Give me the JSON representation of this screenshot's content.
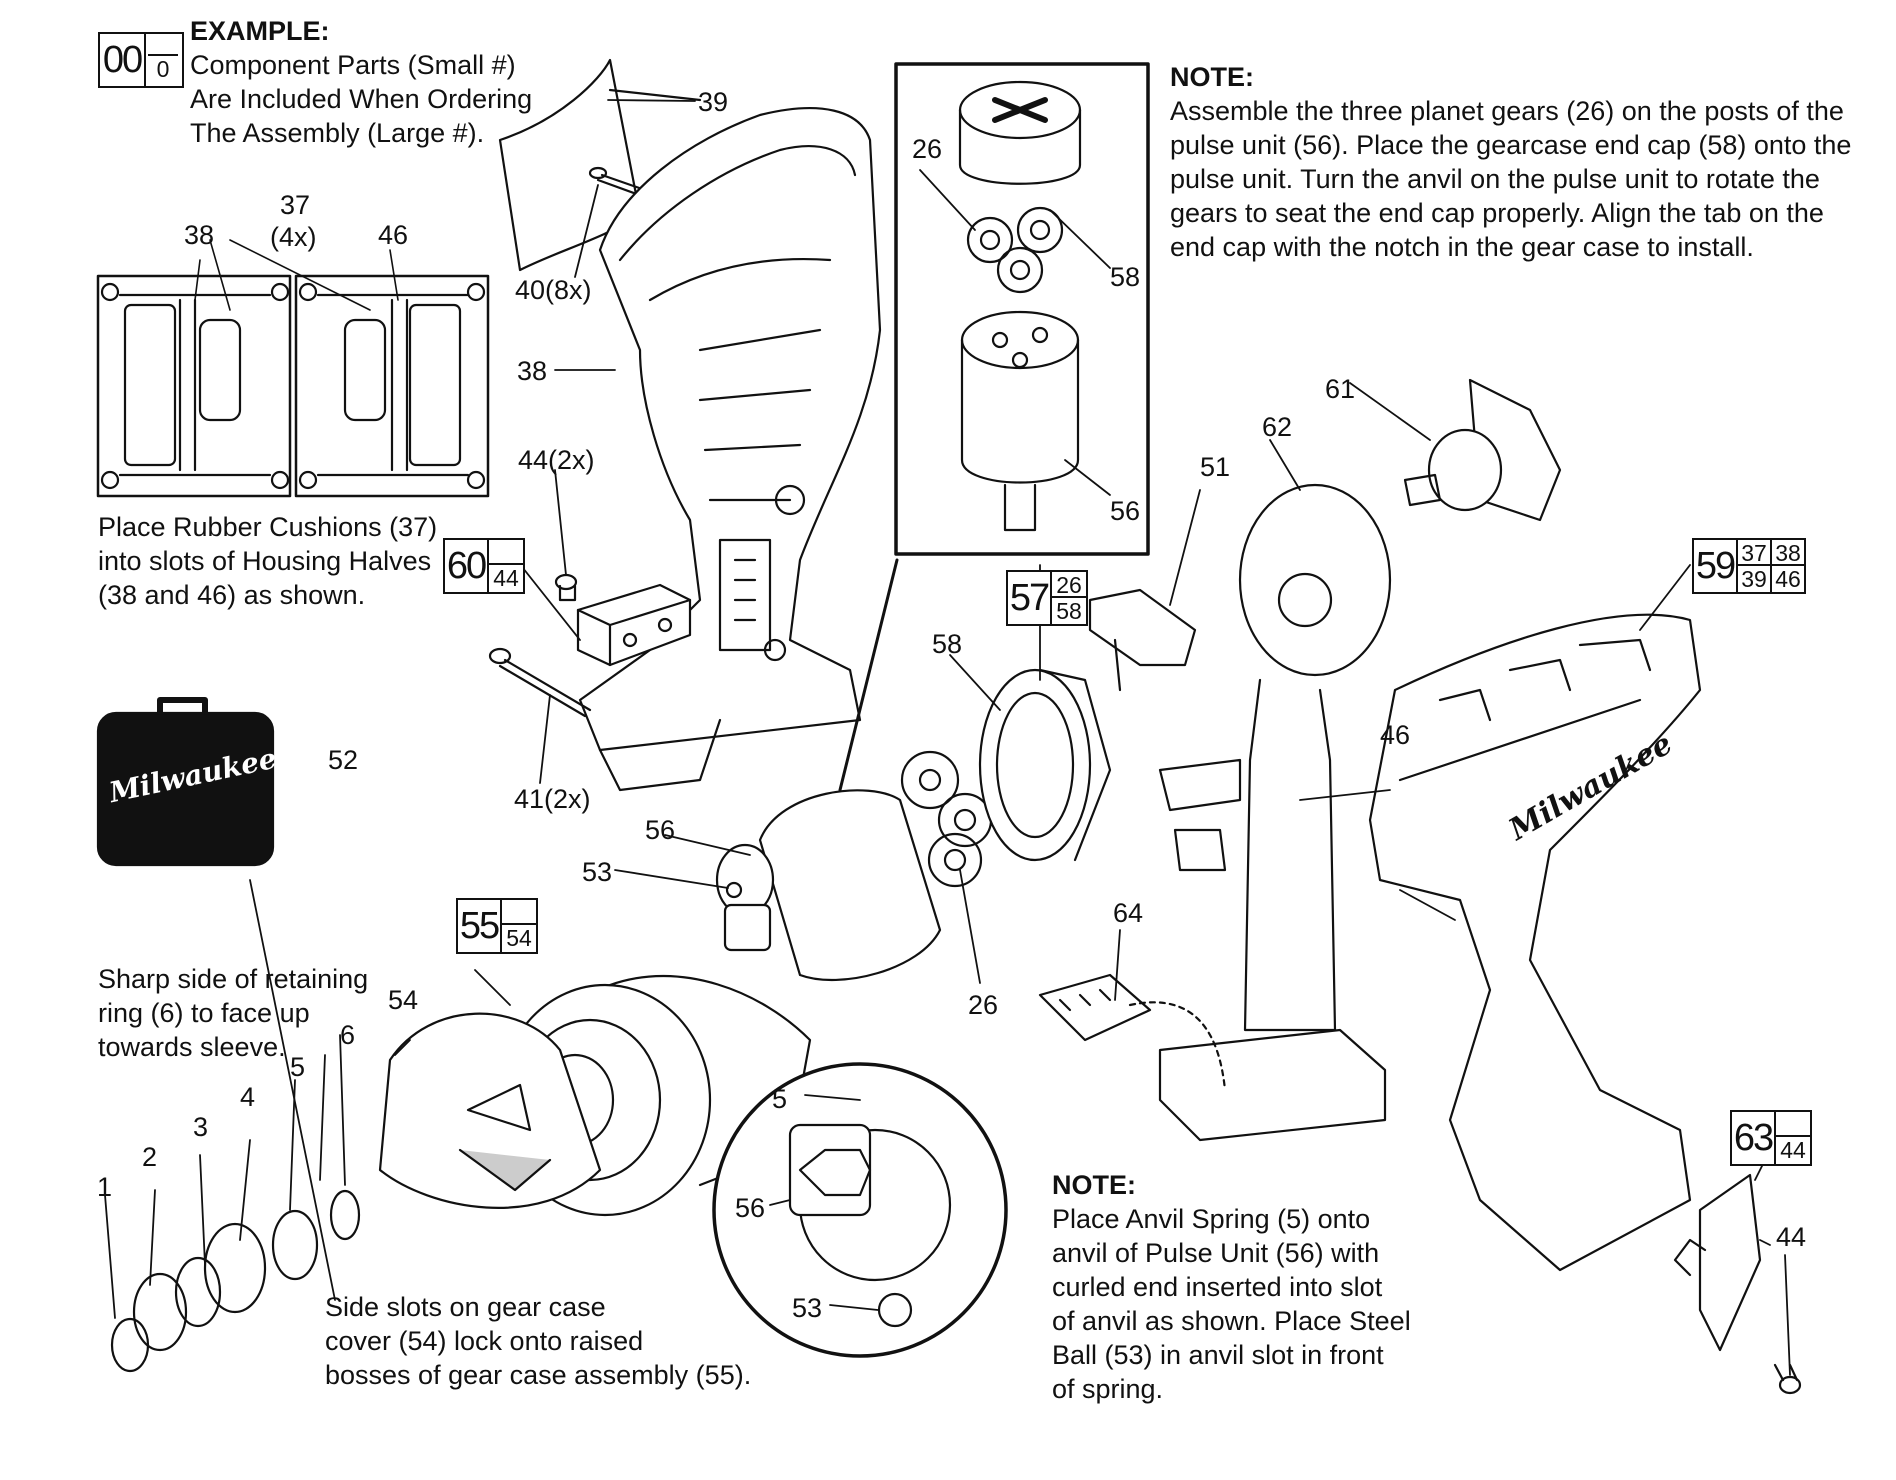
{
  "example": {
    "title": "EXAMPLE:",
    "big": "00",
    "small": "0",
    "lines": [
      "Component Parts (Small #)",
      "Are Included When Ordering",
      "The Assembly (Large #)."
    ]
  },
  "notes": {
    "gear_note_title": "NOTE:",
    "gear_note_lines": [
      "Assemble the three planet gears (26) on the posts of the",
      "pulse unit (56). Place the gearcase end cap (58) onto the",
      "pulse unit. Turn the anvil on the pulse unit to rotate the",
      "gears to seat the end cap properly. Align the tab on the",
      "end cap with the notch in the gear case to install."
    ],
    "cushion_lines": [
      "Place Rubber Cushions (37)",
      "into slots of Housing Halves",
      "(38 and 46) as shown."
    ],
    "ring_lines": [
      "Sharp side of retaining",
      "ring (6) to face up",
      "towards sleeve."
    ],
    "slots_lines": [
      "Side slots on gear case",
      "cover (54) lock onto raised",
      "bosses of gear case assembly (55)."
    ],
    "anvil_note_title": "NOTE:",
    "anvil_note_lines": [
      "Place Anvil Spring (5) onto",
      "anvil of Pulse Unit (56) with",
      "curled end inserted into slot",
      "of anvil as shown. Place Steel",
      "Ball (53) in anvil slot in front",
      "of spring."
    ]
  },
  "kits": {
    "k60": {
      "big": "60",
      "subs": [
        "44"
      ]
    },
    "k57": {
      "big": "57",
      "subs": [
        "26",
        "58"
      ]
    },
    "k59": {
      "big": "59",
      "subs": [
        "37",
        "38",
        "39",
        "46"
      ]
    },
    "k55": {
      "big": "55",
      "subs": [
        "54"
      ]
    },
    "k63": {
      "big": "63",
      "subs": [
        "44"
      ]
    }
  },
  "callouts": {
    "c39": "39",
    "c40": "40(8x)",
    "c38": "38",
    "c44x2": "44(2x)",
    "c41": "41(2x)",
    "c37": "37",
    "c37x": "(4x)",
    "c38b": "38",
    "c46b": "46",
    "c26a": "26",
    "c58a": "58",
    "c56a": "56",
    "c61": "61",
    "c62": "62",
    "c51": "51",
    "c58b": "58",
    "c56b": "56",
    "c53a": "53",
    "c26b": "26",
    "c52": "52",
    "c46": "46",
    "c64": "64",
    "c54": "54",
    "c6": "6",
    "c5": "5",
    "c4": "4",
    "c3": "3",
    "c2": "2",
    "c1": "1",
    "c5b": "5",
    "c56c": "56",
    "c53b": "53",
    "c44": "44"
  },
  "case_logo": "Milwaukee",
  "tool_logo": "Milwaukee"
}
